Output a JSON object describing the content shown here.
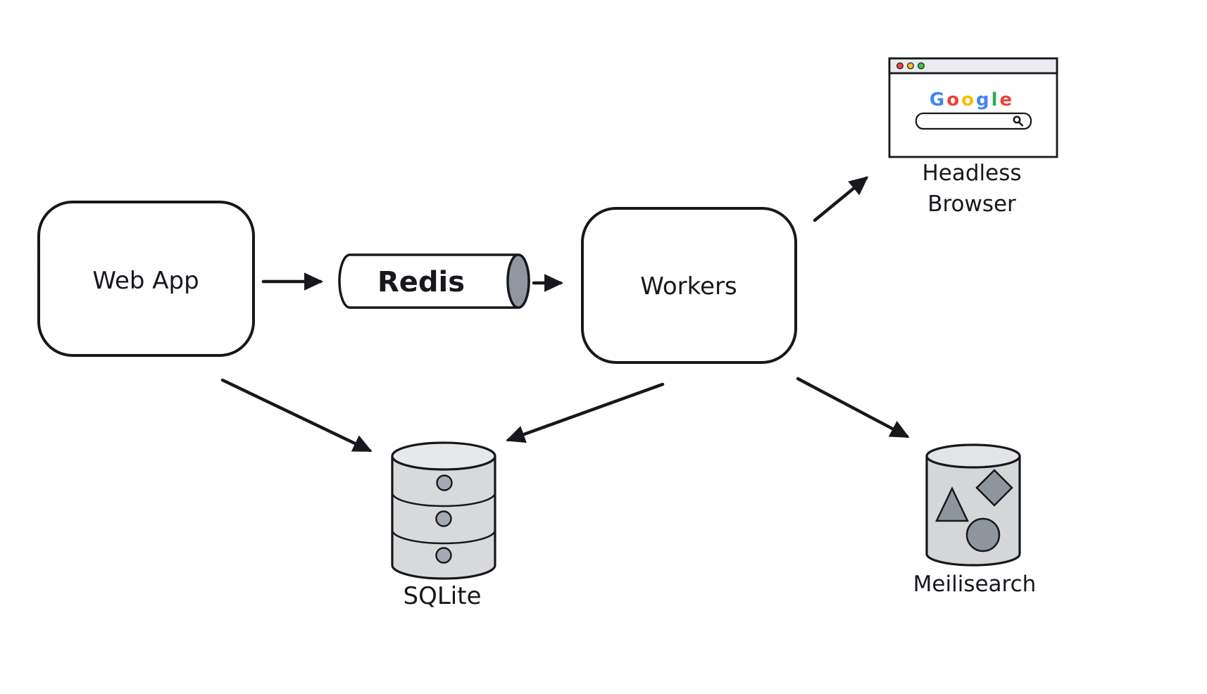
{
  "nodes": {
    "web_app": {
      "label": "Web App"
    },
    "redis": {
      "label": "Redis"
    },
    "workers": {
      "label": "Workers"
    },
    "headless_browser": {
      "label_line1": "Headless",
      "label_line2": "Browser",
      "logo_letters": [
        {
          "char": "G",
          "color": "#4285F4"
        },
        {
          "char": "o",
          "color": "#EA4335"
        },
        {
          "char": "o",
          "color": "#FBBC05"
        },
        {
          "char": "g",
          "color": "#4285F4"
        },
        {
          "char": "l",
          "color": "#34A853"
        },
        {
          "char": "e",
          "color": "#EA4335"
        }
      ]
    },
    "sqlite": {
      "label": "SQLite"
    },
    "meilisearch": {
      "label": "Meilisearch"
    }
  },
  "edges": [
    {
      "from": "Web App",
      "to": "Redis"
    },
    {
      "from": "Redis",
      "to": "Workers"
    },
    {
      "from": "Workers",
      "to": "Headless Browser"
    },
    {
      "from": "Web App",
      "to": "SQLite"
    },
    {
      "from": "Workers",
      "to": "SQLite"
    },
    {
      "from": "Workers",
      "to": "Meilisearch"
    }
  ],
  "colors": {
    "stroke": "#16181d",
    "node_fill": "#ffffff",
    "redis_cap": "#9097a1",
    "browser_bar": "#e9ebee",
    "dot_red": "#f04744",
    "dot_yellow": "#fbbc2e",
    "dot_green": "#3ec544",
    "db_body": "#d8d9db",
    "db_top": "#e7e8ea",
    "db_dot": "#a4aab1",
    "meili_body": "#d4d6d8",
    "meili_top": "#e2e4e6",
    "shape_fill": "#8f959d"
  }
}
